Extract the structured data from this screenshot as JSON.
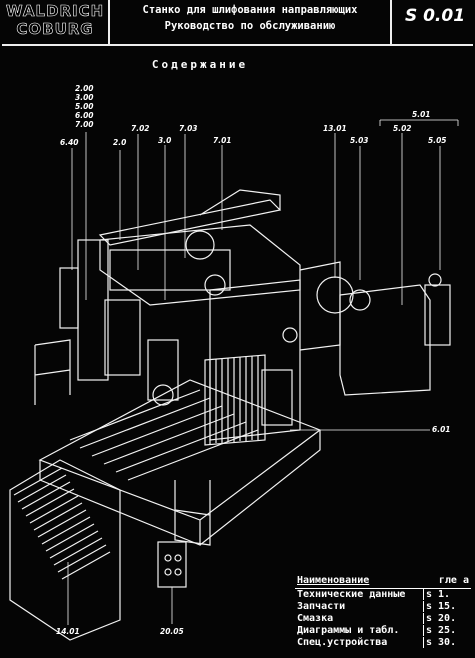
{
  "header": {
    "logo_line1": "WALDRICH",
    "logo_line2": "COBURG",
    "title_line1": "Станко для шлифования направляющих",
    "title_line2": "Руководство по обслуживанию",
    "doc_number": "S 0.01"
  },
  "contents_heading": "Содержание",
  "labels": {
    "l_200": "2.00",
    "l_300": "3.00",
    "l_500": "5.00",
    "l_600": "6.00",
    "l_700": "7.00",
    "l_640": "6.40",
    "l_20": "2.0",
    "l_702": "7.02",
    "l_30": "3.0",
    "l_703": "7.03",
    "l_701": "7.01",
    "l_501": "5.01",
    "l_1301": "13.01",
    "l_503": "5.03",
    "l_502": "5.02",
    "l_505": "5.05",
    "l_601": "6.01",
    "l_1401": "14.01",
    "l_2005": "20.05"
  },
  "toc": {
    "header_name": "Наименование",
    "header_page": "гле а",
    "rows": [
      {
        "name": "Технические данные",
        "page": "s 1."
      },
      {
        "name": "Запчасти",
        "page": "s 15."
      },
      {
        "name": "Смазка",
        "page": "s 20."
      },
      {
        "name": "Диаграммы и табл.",
        "page": "s 25."
      },
      {
        "name": "Спец.устройства",
        "page": "s 30."
      }
    ]
  }
}
